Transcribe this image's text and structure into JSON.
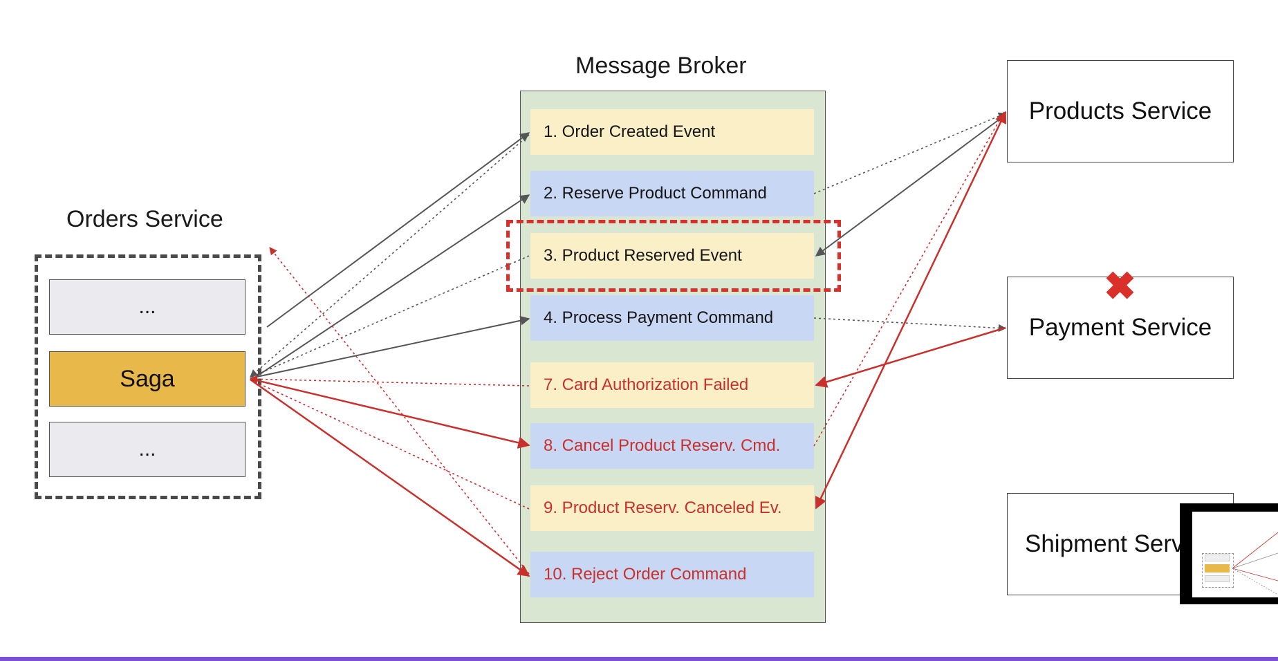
{
  "diagram": {
    "broker_title": "Message Broker",
    "orders_title": "Orders Service",
    "orders_items": [
      {
        "label": "..."
      },
      {
        "label": "Saga"
      },
      {
        "label": "..."
      }
    ],
    "services": [
      {
        "label": "Products Service"
      },
      {
        "label": "Payment Service"
      },
      {
        "label": "Shipment Service"
      }
    ],
    "messages": [
      {
        "label": "1. Order Created Event",
        "kind": "event",
        "color": "dark"
      },
      {
        "label": "2. Reserve Product Command",
        "kind": "command",
        "color": "dark"
      },
      {
        "label": "3. Product Reserved Event",
        "kind": "event",
        "color": "dark"
      },
      {
        "label": "4. Process Payment Command",
        "kind": "command",
        "color": "dark"
      },
      {
        "label": "7. Card Authorization Failed",
        "kind": "event",
        "color": "red"
      },
      {
        "label": "8. Cancel Product Reserv. Cmd.",
        "kind": "command",
        "color": "red"
      },
      {
        "label": "9. Product Reserv. Canceled Ev.",
        "kind": "event",
        "color": "red"
      },
      {
        "label": "10. Reject Order Command",
        "kind": "command",
        "color": "red"
      }
    ],
    "failure_marker_icon": "red-x-icon",
    "colors": {
      "event_fill": "#fbefc8",
      "command_fill": "#c8d7f3",
      "broker_fill": "#d9e6d2",
      "saga_fill": "#e8b84a",
      "failure_red": "#d9302a",
      "arrow_dark": "#555555",
      "arrow_red": "#c9302c"
    }
  }
}
